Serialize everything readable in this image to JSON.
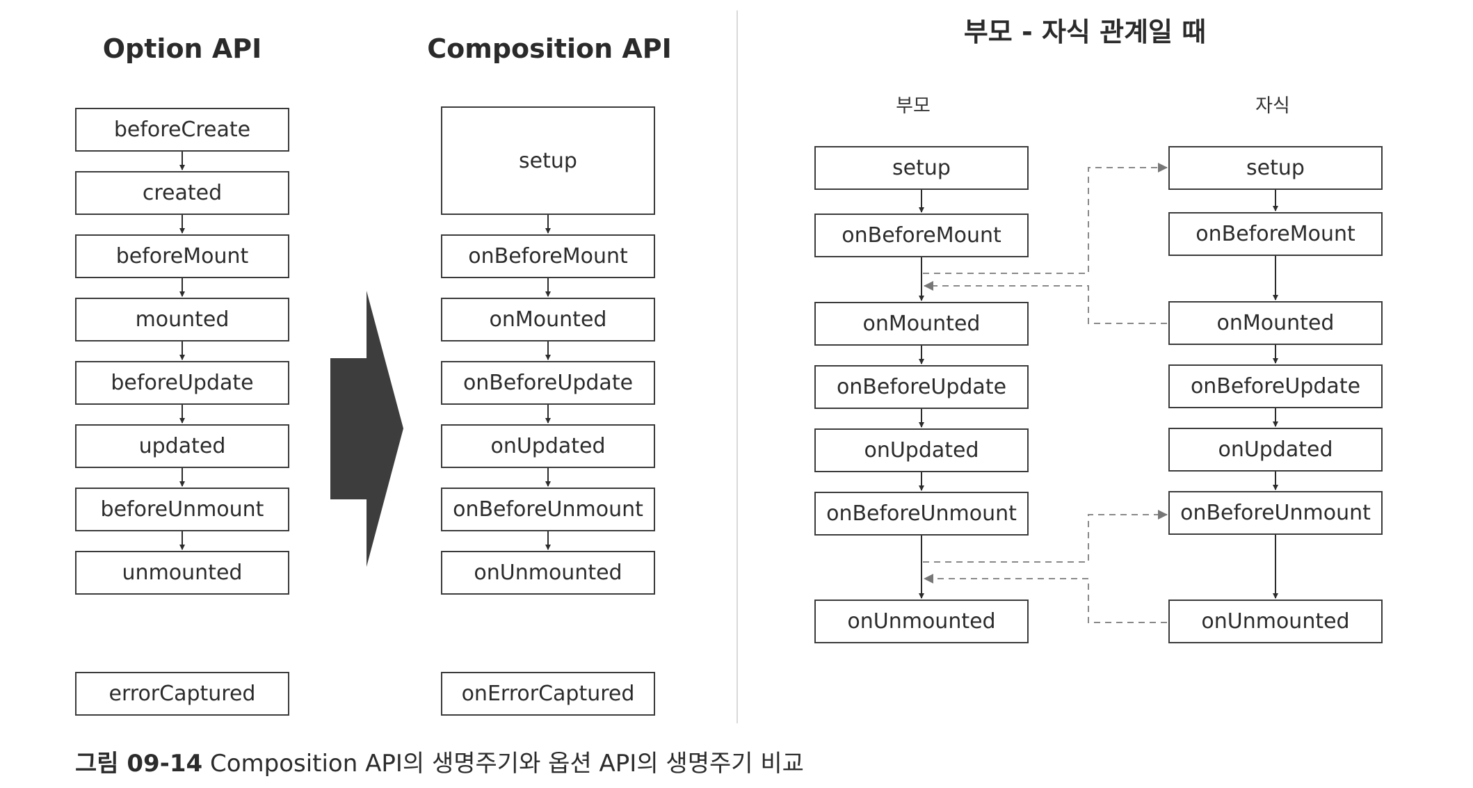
{
  "option_api": {
    "title": "Option API",
    "hooks": [
      "beforeCreate",
      "created",
      "beforeMount",
      "mounted",
      "beforeUpdate",
      "updated",
      "beforeUnmount",
      "unmounted"
    ],
    "error_hook": "errorCaptured"
  },
  "composition_api": {
    "title": "Composition API",
    "hooks": [
      "setup",
      "onBeforeMount",
      "onMounted",
      "onBeforeUpdate",
      "onUpdated",
      "onBeforeUnmount",
      "onUnmounted"
    ],
    "error_hook": "onErrorCaptured"
  },
  "parent_child": {
    "title": "부모 - 자식 관계일 때",
    "parent": {
      "label": "부모",
      "hooks": [
        "setup",
        "onBeforeMount",
        "onMounted",
        "onBeforeUpdate",
        "onUpdated",
        "onBeforeUnmount",
        "onUnmounted"
      ]
    },
    "child": {
      "label": "자식",
      "hooks": [
        "setup",
        "onBeforeMount",
        "onMounted",
        "onBeforeUpdate",
        "onUpdated",
        "onBeforeUnmount",
        "onUnmounted"
      ]
    }
  },
  "caption": {
    "figure": "그림 09-14",
    "text": "Composition API의 생명주기와 옵션 API의 생명주기 비교"
  },
  "colors": {
    "border": "#3a3a3a",
    "arrow": "#2b2b2b",
    "big_arrow": "#3d3d3d",
    "dashed": "#888888",
    "divider": "#d8d8d8"
  }
}
